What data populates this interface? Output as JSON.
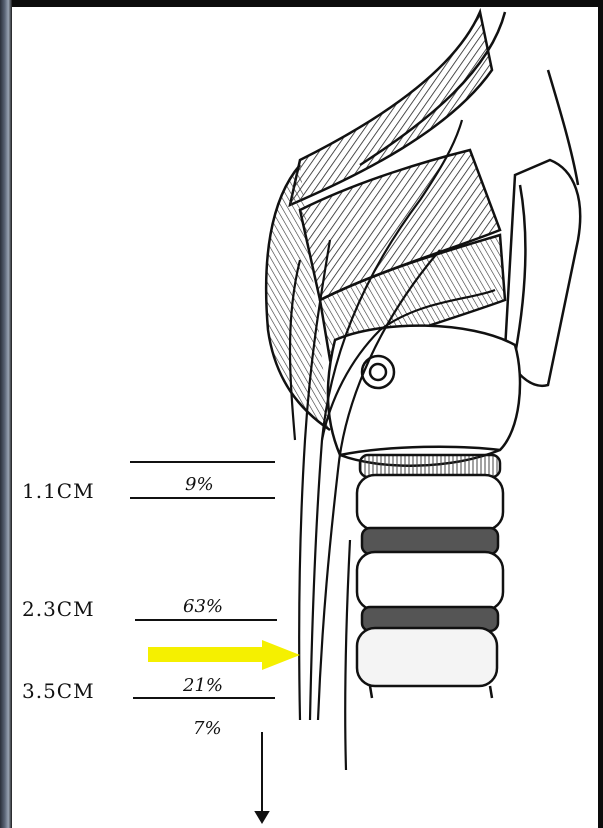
{
  "levels": [
    {
      "distance": "1.1CM",
      "percent": "9%"
    },
    {
      "distance": "2.3CM",
      "percent": "63%"
    },
    {
      "distance": "3.5CM",
      "percent": "21%"
    }
  ],
  "below_percent": "7%",
  "colors": {
    "pointer_arrow": "#f5f000",
    "ink": "#111111",
    "background": "#ffffff"
  }
}
